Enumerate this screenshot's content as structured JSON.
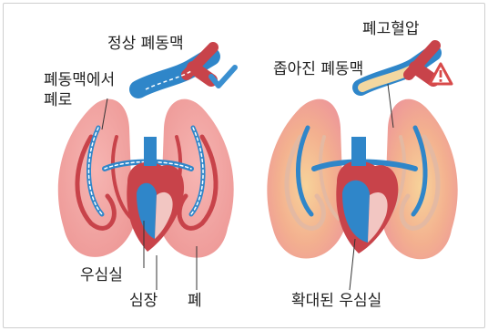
{
  "left_panel": {
    "labels": {
      "normal_pa": "정상 폐동맥",
      "pa_to_lung_1": "폐동맥에서",
      "pa_to_lung_2": "폐로",
      "right_ventricle": "우심실",
      "heart": "심장",
      "lung": "폐"
    }
  },
  "right_panel": {
    "labels": {
      "ph": "폐고혈압",
      "narrowed_pa": "좁아진 폐동맥",
      "enlarged_rv": "확대된 우심실"
    }
  },
  "icons": {
    "check": "check-icon",
    "warning": "warning-icon"
  },
  "colors": {
    "lung_fill": "#f2a3a3",
    "lung_dark": "#e58888",
    "lung_yellow": "#f6c98e",
    "artery_blue": "#2f86c9",
    "artery_red": "#c8434a",
    "check_blue": "#3a8fd0",
    "warning_red": "#d84a4a"
  }
}
